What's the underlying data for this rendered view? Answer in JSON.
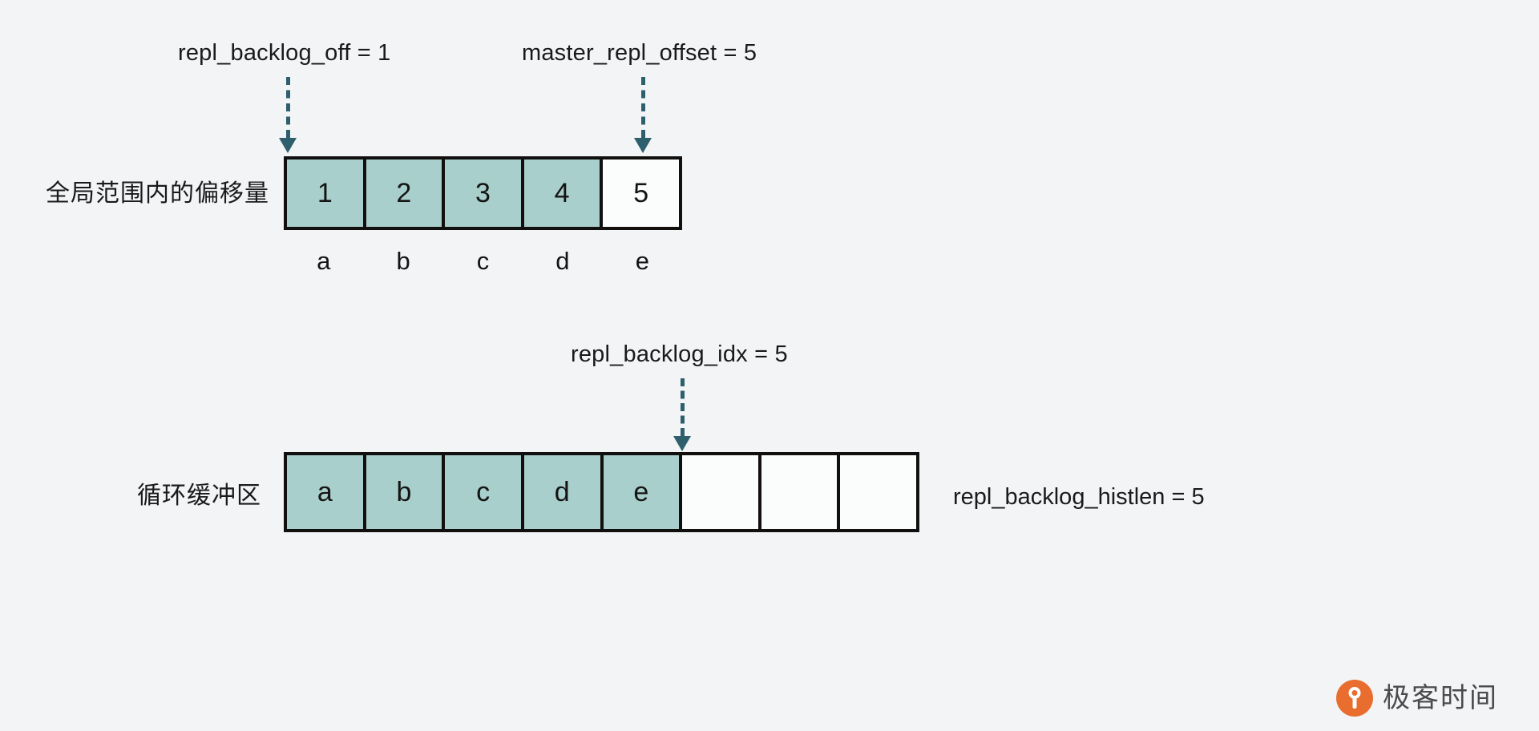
{
  "diagram": {
    "title_cn_top": "全局范围内的偏移量",
    "title_cn_bottom": "循环缓冲区",
    "background_color": "#f2f4f6",
    "fill_color": "#a8cfcb",
    "empty_color": "#fbfdfd",
    "border_color": "#12100f",
    "arrow_color": "#2d606c"
  },
  "annotations": {
    "repl_backlog_off": "repl_backlog_off = 1",
    "master_repl_offset": "master_repl_offset = 5",
    "repl_backlog_idx": "repl_backlog_idx = 5",
    "repl_backlog_histlen": "repl_backlog_histlen = 5"
  },
  "offset_row": {
    "label": "全局范围内的偏移量",
    "cells": [
      {
        "value": "1",
        "filled": true
      },
      {
        "value": "2",
        "filled": true
      },
      {
        "value": "3",
        "filled": true
      },
      {
        "value": "4",
        "filled": true
      },
      {
        "value": "5",
        "filled": false
      }
    ],
    "letters": [
      "a",
      "b",
      "c",
      "d",
      "e"
    ]
  },
  "buffer_row": {
    "label": "循环缓冲区",
    "cells": [
      {
        "value": "a",
        "filled": true
      },
      {
        "value": "b",
        "filled": true
      },
      {
        "value": "c",
        "filled": true
      },
      {
        "value": "d",
        "filled": true
      },
      {
        "value": "e",
        "filled": true
      },
      {
        "value": "",
        "filled": false
      },
      {
        "value": "",
        "filled": false
      },
      {
        "value": "",
        "filled": false
      }
    ]
  },
  "watermark": {
    "text": "极客时间",
    "logo_color": "#e8621f"
  }
}
